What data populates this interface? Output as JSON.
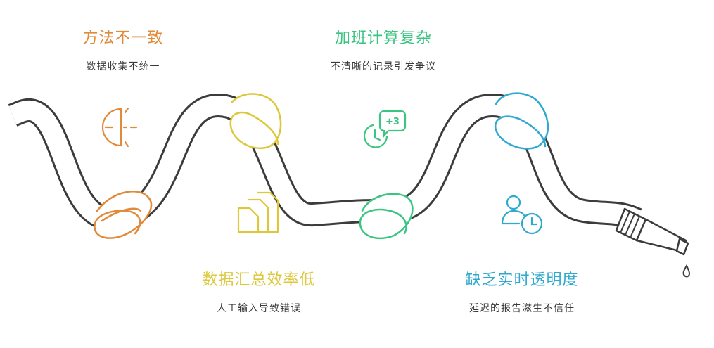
{
  "colors": {
    "orange": "#E08A3C",
    "yellow": "#DDC73A",
    "green": "#3CC483",
    "blue": "#2FA9CF",
    "hose": "#3C3C3C",
    "text": "#3A3A3A"
  },
  "items": [
    {
      "title": "方法不一致",
      "desc": "数据收集不统一",
      "icon": "half-circle-icon",
      "color": "orange"
    },
    {
      "title": "加班计算复杂",
      "desc": "不清晰的记录引发争议",
      "icon": "clock-plus-three-icon",
      "color": "green"
    },
    {
      "title": "数据汇总效率低",
      "desc": "人工输入导致错误",
      "icon": "stacked-documents-icon",
      "color": "yellow"
    },
    {
      "title": "缺乏实时透明度",
      "desc": "延迟的报告滋生不信任",
      "icon": "user-clock-icon",
      "color": "blue"
    }
  ],
  "icon_text": {
    "plus_three": "+3"
  }
}
